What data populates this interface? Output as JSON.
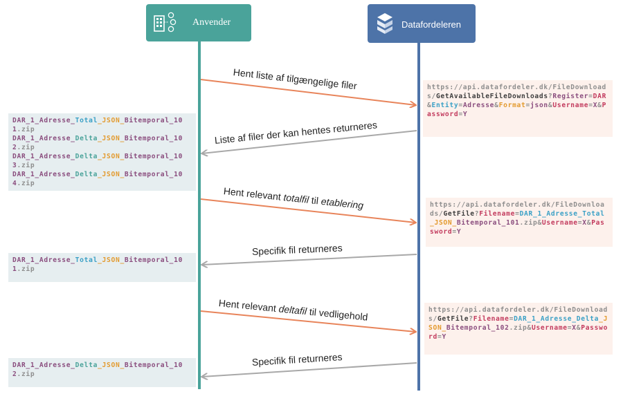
{
  "actors": {
    "anvender": "Anvender",
    "datafordeleren": "Datafordeleren"
  },
  "messages": {
    "m1": "Hent liste af tilgængelige filer",
    "m2": "Liste af filer der kan hentes returneres",
    "m3_a": "Hent relevant ",
    "m3_b": "totalfil",
    "m3_c": " til ",
    "m3_d": "etablering",
    "m4": "Specifik fil returneres",
    "m5_a": "Hent relevant ",
    "m5_b": "deltafil",
    "m5_c": " til vedligehold",
    "m6": "Specifik fil returneres"
  },
  "requests": {
    "r1": {
      "base": "https://api.datafordeler.dk/FileDownloads/",
      "endpoint": "GetAvailableFileDownloads",
      "q": "?",
      "p1k": "Register",
      "eq1": "=",
      "p1v": "DAR",
      "amp1": "&",
      "p2k": "Entity",
      "eq2": "=",
      "p2v": "Adresse",
      "amp2": "&",
      "p3k": "Format",
      "eq3": "=",
      "p3v": "json",
      "amp3": "&",
      "p4k": "Username",
      "eq4": "=",
      "p4v": "X",
      "amp4": "&",
      "p5k": "Password",
      "eq5": "=",
      "p5v": "Y"
    },
    "r2": {
      "base": "https://api.datafordeler.dk/FileDownloads/",
      "endpoint": "GetFile",
      "q": "?",
      "p1k": "Filename",
      "eq1": "=",
      "f1": "DAR_1_Adresse_Total",
      "f2": "_JSON_",
      "f3": "Bitemporal_101",
      "f4": ".zip",
      "amp1": "&",
      "p2k": "Username",
      "eq2": "=",
      "p2v": "X",
      "amp2": "&",
      "p3k": "Password",
      "eq3": "=",
      "p3v": "Y"
    },
    "r3": {
      "base": "https://api.datafordeler.dk/FileDownloads/",
      "endpoint": "GetFile",
      "q": "?",
      "p1k": "Filename",
      "eq1": "=",
      "f1": "DAR_1_Adresse_Delta",
      "f2": "_JSON_",
      "f3": "Bitemporal_102",
      "f4": ".zip",
      "amp1": "&",
      "p2k": "Username",
      "eq2": "=",
      "p2v": "X",
      "amp2": "&",
      "p3k": "Password",
      "eq3": "=",
      "p3v": "Y"
    }
  },
  "file_lists": {
    "list1": [
      {
        "a": "DAR_1_Adresse_",
        "b": "Total",
        "c": "_JSON_",
        "d": "Bitemporal_101",
        "e": ".zip"
      },
      {
        "a": "DAR_1_Adresse_",
        "b": "Delta",
        "c": "_JSON_",
        "d": "Bitemporal_102",
        "e": ".zip"
      },
      {
        "a": "DAR_1_Adresse_",
        "b": "Delta",
        "c": "_JSON_",
        "d": "Bitemporal_103",
        "e": ".zip"
      },
      {
        "a": "DAR_1_Adresse_",
        "b": "Delta",
        "c": "_JSON_",
        "d": "Bitemporal_104",
        "e": ".zip"
      }
    ],
    "list2": [
      {
        "a": "DAR_1_Adresse_",
        "b": "Total",
        "c": "_JSON_",
        "d": "Bitemporal_101",
        "e": ".zip"
      }
    ],
    "list3": [
      {
        "a": "DAR_1_Adresse_",
        "b": "Delta",
        "c": "_JSON_",
        "d": "Bitemporal_102",
        "e": ".zip"
      }
    ]
  },
  "colors": {
    "anvender": "#4aa39a",
    "datafordeleren": "#4d73a8",
    "request_arrow": "#e8845a",
    "response_arrow": "#a8a8a8"
  }
}
